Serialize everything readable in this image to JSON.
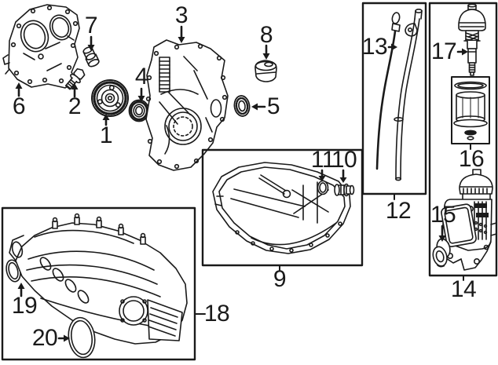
{
  "diagram": {
    "background_color": "#ffffff",
    "line_color": "#1a1a1a",
    "callouts": [
      {
        "num": "1"
      },
      {
        "num": "2"
      },
      {
        "num": "3"
      },
      {
        "num": "4"
      },
      {
        "num": "5"
      },
      {
        "num": "6"
      },
      {
        "num": "7"
      },
      {
        "num": "8"
      },
      {
        "num": "9"
      },
      {
        "num": "10"
      },
      {
        "num": "11"
      },
      {
        "num": "12"
      },
      {
        "num": "13"
      },
      {
        "num": "14"
      },
      {
        "num": "15"
      },
      {
        "num": "16"
      },
      {
        "num": "17"
      },
      {
        "num": "18"
      },
      {
        "num": "19"
      },
      {
        "num": "20"
      }
    ]
  }
}
